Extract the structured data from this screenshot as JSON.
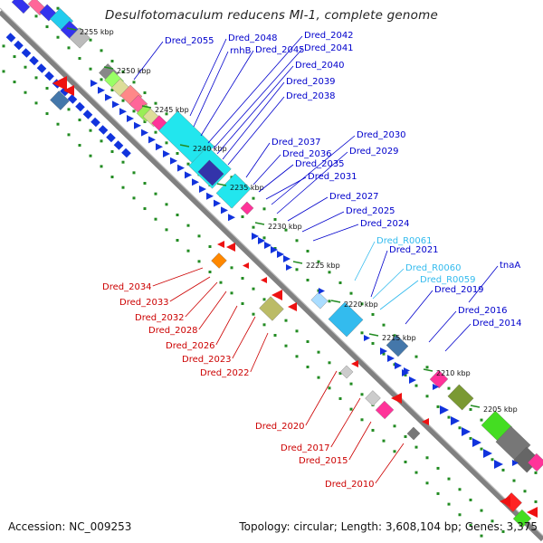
{
  "title": "Desulfotomaculum reducens MI-1, complete genome",
  "accession": "Accession: NC_009253",
  "topology": "Topology: circular; Length: 3,608,104 bp; Genes: 3,375",
  "colors": {
    "forward_label": "#0000cc",
    "reverse_label": "#cc0000",
    "rna_label": "#33bbee",
    "backbone": "#808080",
    "tick_green": "#228b22"
  },
  "scale_ticks": [
    "2255 kbp",
    "2250 kbp",
    "2245 kbp",
    "2240 kbp",
    "2235 kbp",
    "2230 kbp",
    "2225 kbp",
    "2220 kbp",
    "2215 kbp",
    "2210 kbp",
    "2205 kbp"
  ],
  "forward_labels": [
    "Dred_2055",
    "Dred_2048",
    "rnhB",
    "Dred_2045",
    "Dred_2042",
    "Dred_2041",
    "Dred_2040",
    "Dred_2039",
    "Dred_2038",
    "Dred_2037",
    "Dred_2036",
    "Dred_2035",
    "Dred_2031",
    "Dred_2030",
    "Dred_2029",
    "Dred_2027",
    "Dred_2025",
    "Dred_2024",
    "Dred_2021",
    "Dred_2019",
    "Dred_2016",
    "Dred_2014",
    "tnaA"
  ],
  "rna_labels": [
    "Dred_R0061",
    "Dred_R0060",
    "Dred_R0059"
  ],
  "reverse_labels": [
    "Dred_2034",
    "Dred_2033",
    "Dred_2032",
    "Dred_2028",
    "Dred_2026",
    "Dred_2023",
    "Dred_2022",
    "Dred_2020",
    "Dred_2017",
    "Dred_2015",
    "Dred_2010"
  ]
}
